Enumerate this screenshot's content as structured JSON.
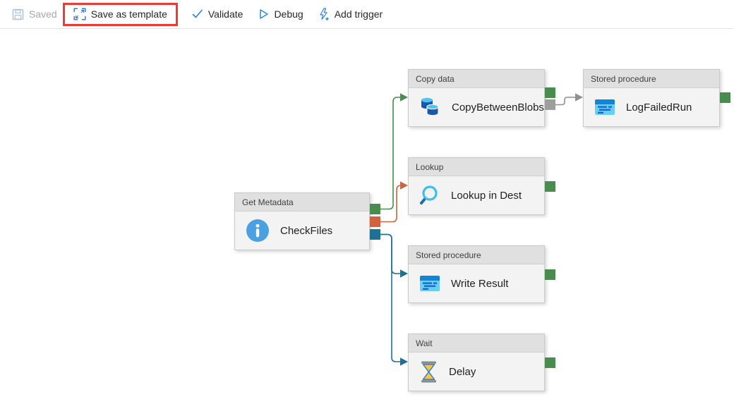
{
  "colors": {
    "success": "#498c4e",
    "failure": "#d2613d",
    "completion": "#1e7193",
    "gray_dependency": "#8f8f8f",
    "gray_port": "#9d9d9d",
    "accent_blue": "#2b88d8",
    "highlight_red": "#ee3a36"
  },
  "toolbar": {
    "saved_label": "Saved",
    "save_as_template_label": "Save as template",
    "validate_label": "Validate",
    "debug_label": "Debug",
    "add_trigger_label": "Add trigger"
  },
  "icons": [
    "floppy-disk-icon",
    "save-as-template-icon",
    "checkmark-icon",
    "play-icon",
    "lightning-plus-icon",
    "info-circle-icon",
    "copy-data-cylinders-icon",
    "stored-procedure-icon",
    "magnifier-icon",
    "hourglass-icon"
  ],
  "nodes": [
    {
      "type": "Get Metadata",
      "name": "CheckFiles"
    },
    {
      "type": "Copy data",
      "name": "CopyBetweenBlobs"
    },
    {
      "type": "Stored procedure",
      "name": "LogFailedRun"
    },
    {
      "type": "Lookup",
      "name": "Lookup in Dest"
    },
    {
      "type": "Stored procedure",
      "name": "Write Result"
    },
    {
      "type": "Wait",
      "name": "Delay"
    }
  ]
}
